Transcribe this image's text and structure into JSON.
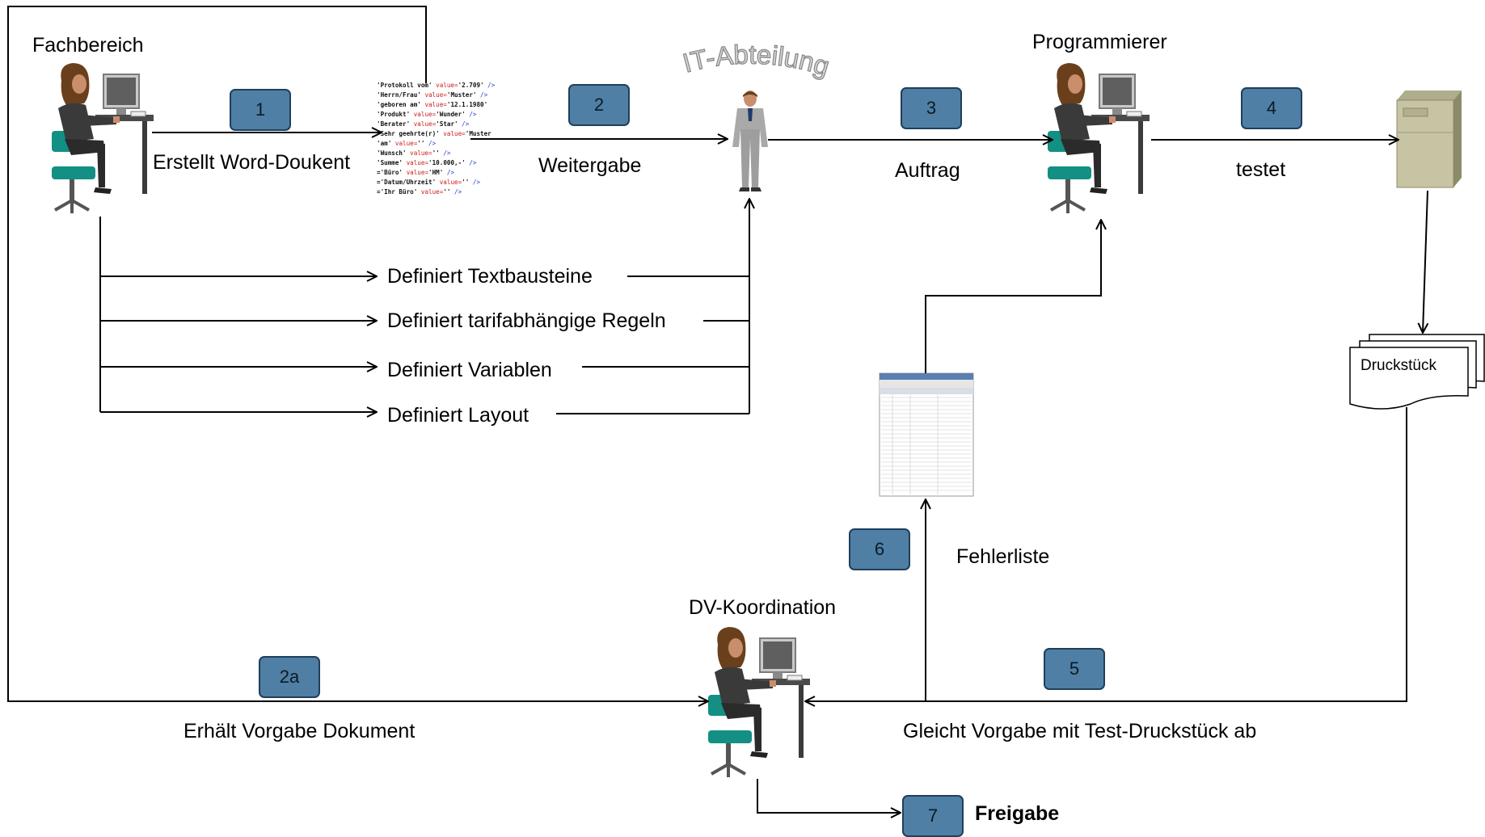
{
  "roles": {
    "fachbereich": "Fachbereich",
    "it_abteilung": "IT-Abteilung",
    "programmierer": "Programmierer",
    "dv_koordination": "DV-Koordination"
  },
  "steps": {
    "s1": {
      "number": "1",
      "label": "Erstellt Word-Doukent"
    },
    "s2": {
      "number": "2",
      "label": "Weitergabe"
    },
    "s2a": {
      "number": "2a",
      "label": "Erhält Vorgabe Dokument"
    },
    "s3": {
      "number": "3",
      "label": "Auftrag"
    },
    "s4": {
      "number": "4",
      "label": "testet"
    },
    "s5": {
      "number": "5",
      "label": "Gleicht Vorgabe mit Test-Druckstück ab"
    },
    "s6": {
      "number": "6",
      "label": "Fehlerliste"
    },
    "s7": {
      "number": "7",
      "label": "Freigabe"
    }
  },
  "definitions": [
    "Definiert Textbausteine",
    "Definiert tarifabhängige Regeln",
    "Definiert Variablen",
    "Definiert Layout"
  ],
  "document_label": "Druckstück",
  "word_document_lines": [
    {
      "key": "'Protokoll vom'",
      "attr": " value=",
      "val": "'2.709'",
      "end": " />"
    },
    {
      "key": "'Herrn/Frau'",
      "attr": " value=",
      "val": "'Muster'",
      "end": " />"
    },
    {
      "key": "'geboren am'",
      "attr": " value=",
      "val": "'12.1.1980'",
      "end": ""
    },
    {
      "key": "'Produkt'",
      "attr": " value=",
      "val": "'Wunder'",
      "end": " />"
    },
    {
      "key": "'Berater'",
      "attr": " value=",
      "val": "'Star'",
      "end": " />"
    },
    {
      "key": "'Sehr geehrte(r)'",
      "attr": " value=",
      "val": "'Muster",
      "end": ""
    },
    {
      "key": "'am'",
      "attr": " value=",
      "val": "''",
      "end": " />"
    },
    {
      "key": "'Wunsch'",
      "attr": " value=",
      "val": "''",
      "end": " />"
    },
    {
      "key": "'Summe'",
      "attr": " value=",
      "val": "'10.000,-'",
      "end": " />"
    },
    {
      "key": "='Büro'",
      "attr": " value=",
      "val": "'HM'",
      "end": " />"
    },
    {
      "key": "='Datum/Uhrzeit'",
      "attr": " value=",
      "val": "''",
      "end": " />"
    },
    {
      "key": "='Ihr Büro'",
      "attr": " value=",
      "val": "''",
      "end": " />"
    }
  ],
  "colors": {
    "badge_fill": "#4f7fa4",
    "badge_border": "#1f3f5c",
    "arrow": "#000000",
    "chair": "#138f84",
    "hair": "#6a3f1c",
    "server": "#c7c4a3"
  }
}
